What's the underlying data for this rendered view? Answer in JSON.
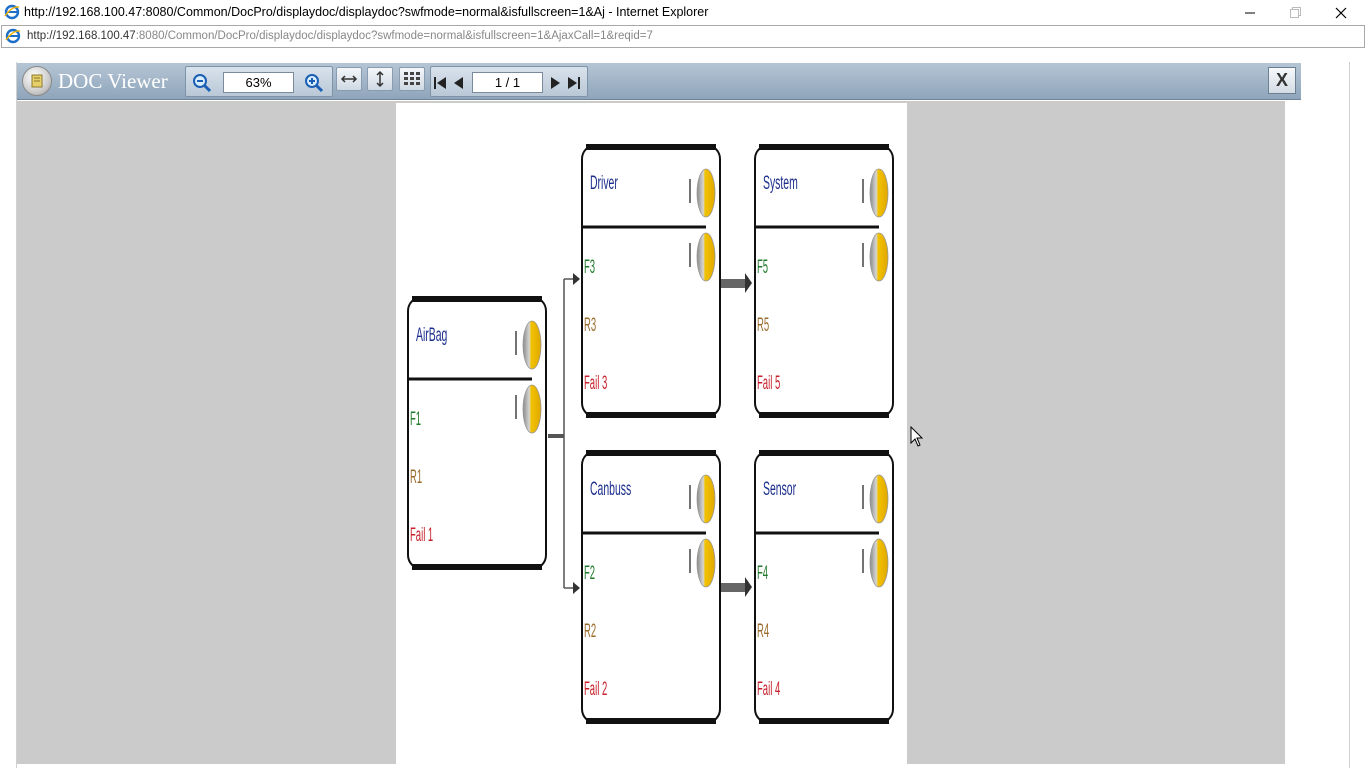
{
  "window": {
    "title": "http://192.168.100.47:8080/Common/DocPro/displaydoc/displaydoc?swfmode=normal&isfullscreen=1&Aj - Internet Explorer"
  },
  "address": {
    "host": "http://192.168.100.47",
    "rest": ":8080/Common/DocPro/displaydoc/displaydoc?swfmode=normal&isfullscreen=1&AjaxCall=1&reqid=7"
  },
  "viewer": {
    "title": "DOC Viewer",
    "zoom": "63%",
    "page_indicator": "1 / 1",
    "close_label": "X"
  },
  "colors": {
    "toolbar": "#9fb2c5",
    "background": "#cbcbcb",
    "node_title": "#1c2e8c",
    "state_f": "#1f7a2a",
    "state_r": "#9a6b2a",
    "state_fail": "#c8202a",
    "gauge_yellow": "#f2c200"
  },
  "diagram": {
    "nodes": [
      {
        "title": "AirBag",
        "states": [
          "F1",
          "R1",
          "Fail 1"
        ]
      },
      {
        "title": "Driver",
        "states": [
          "F3",
          "R3",
          "Fail 3"
        ]
      },
      {
        "title": "System",
        "states": [
          "F5",
          "R5",
          "Fail 5"
        ]
      },
      {
        "title": "Canbuss",
        "states": [
          "F2",
          "R2",
          "Fail 2"
        ]
      },
      {
        "title": "Sensor",
        "states": [
          "F4",
          "R4",
          "Fail 4"
        ]
      }
    ]
  }
}
